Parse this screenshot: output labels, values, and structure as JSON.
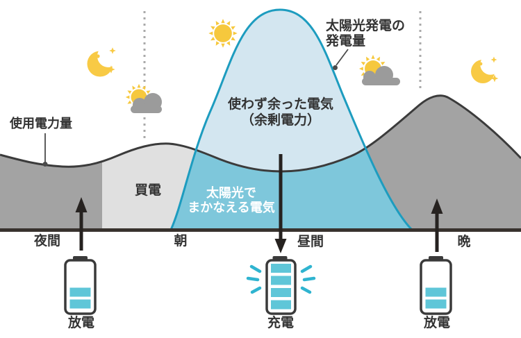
{
  "diagram": {
    "curve_labels": {
      "usage": "使用電力量",
      "solar_line1": "太陽光発電の",
      "solar_line2": "発電量"
    },
    "areas": {
      "surplus_line1": "使わず余った電気",
      "surplus_line2": "（余剰電力）",
      "self_consumed_line1": "太陽光で",
      "self_consumed_line2": "まかなえる電気",
      "purchased": "買電"
    },
    "time_periods": [
      {
        "label": "夜間"
      },
      {
        "label": "朝"
      },
      {
        "label": "昼間"
      },
      {
        "label": "晩"
      }
    ],
    "batteries": [
      {
        "label": "放電",
        "bars": 2,
        "state": "discharging"
      },
      {
        "label": "充電",
        "bars": 4,
        "state": "charging"
      },
      {
        "label": "放電",
        "bars": 2,
        "state": "discharging"
      }
    ],
    "icons": [
      "crescent-moon",
      "sun-behind-cloud",
      "sun",
      "sun-behind-cloud",
      "crescent-moon"
    ],
    "colors": {
      "usage_fill_dark": "#a3a3a3",
      "purchased_fill": "#e0e0e0",
      "surplus_fill": "#d3e6f0",
      "self_consumed_fill": "#7ec7db",
      "solar_outline": "#1d9cbf",
      "usage_outline": "#3b3b3b",
      "baseline": "#38322e",
      "sun": "#f6c83d",
      "moon": "#f8ca45",
      "cloud": "#9b9b9b",
      "battery_bar": "#5fc6d8",
      "spark": "#2fb4d0",
      "arrow": "#262220",
      "text_dark": "#333333",
      "text_light": "#ffffff"
    }
  }
}
